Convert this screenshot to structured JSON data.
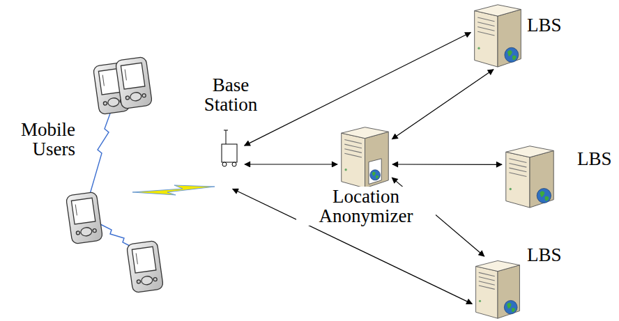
{
  "diagram": {
    "nodes": [
      {
        "text": [
          "LBS"
        ]
      },
      {
        "text": [
          "Base Station"
        ]
      },
      {
        "text": [
          "Location Anonymizer"
        ]
      },
      {
        "text": [
          "LBS"
        ]
      },
      {
        "text": [
          "LBS"
        ]
      }
    ],
    "edges": [
      {
        "from": 1,
        "to": 0,
        "arrow": "both"
      },
      {
        "from": 1,
        "to": 2,
        "arrow": "both"
      },
      {
        "from": 2,
        "to": 0,
        "arrow": "both"
      },
      {
        "from": 2,
        "to": 3,
        "arrow": "both"
      },
      {
        "from": 2,
        "to": 4,
        "arrow": "both"
      },
      {
        "from": 1,
        "to": 4,
        "arrow": "both"
      }
    ],
    "labels": [
      "Mobile Users"
    ]
  }
}
